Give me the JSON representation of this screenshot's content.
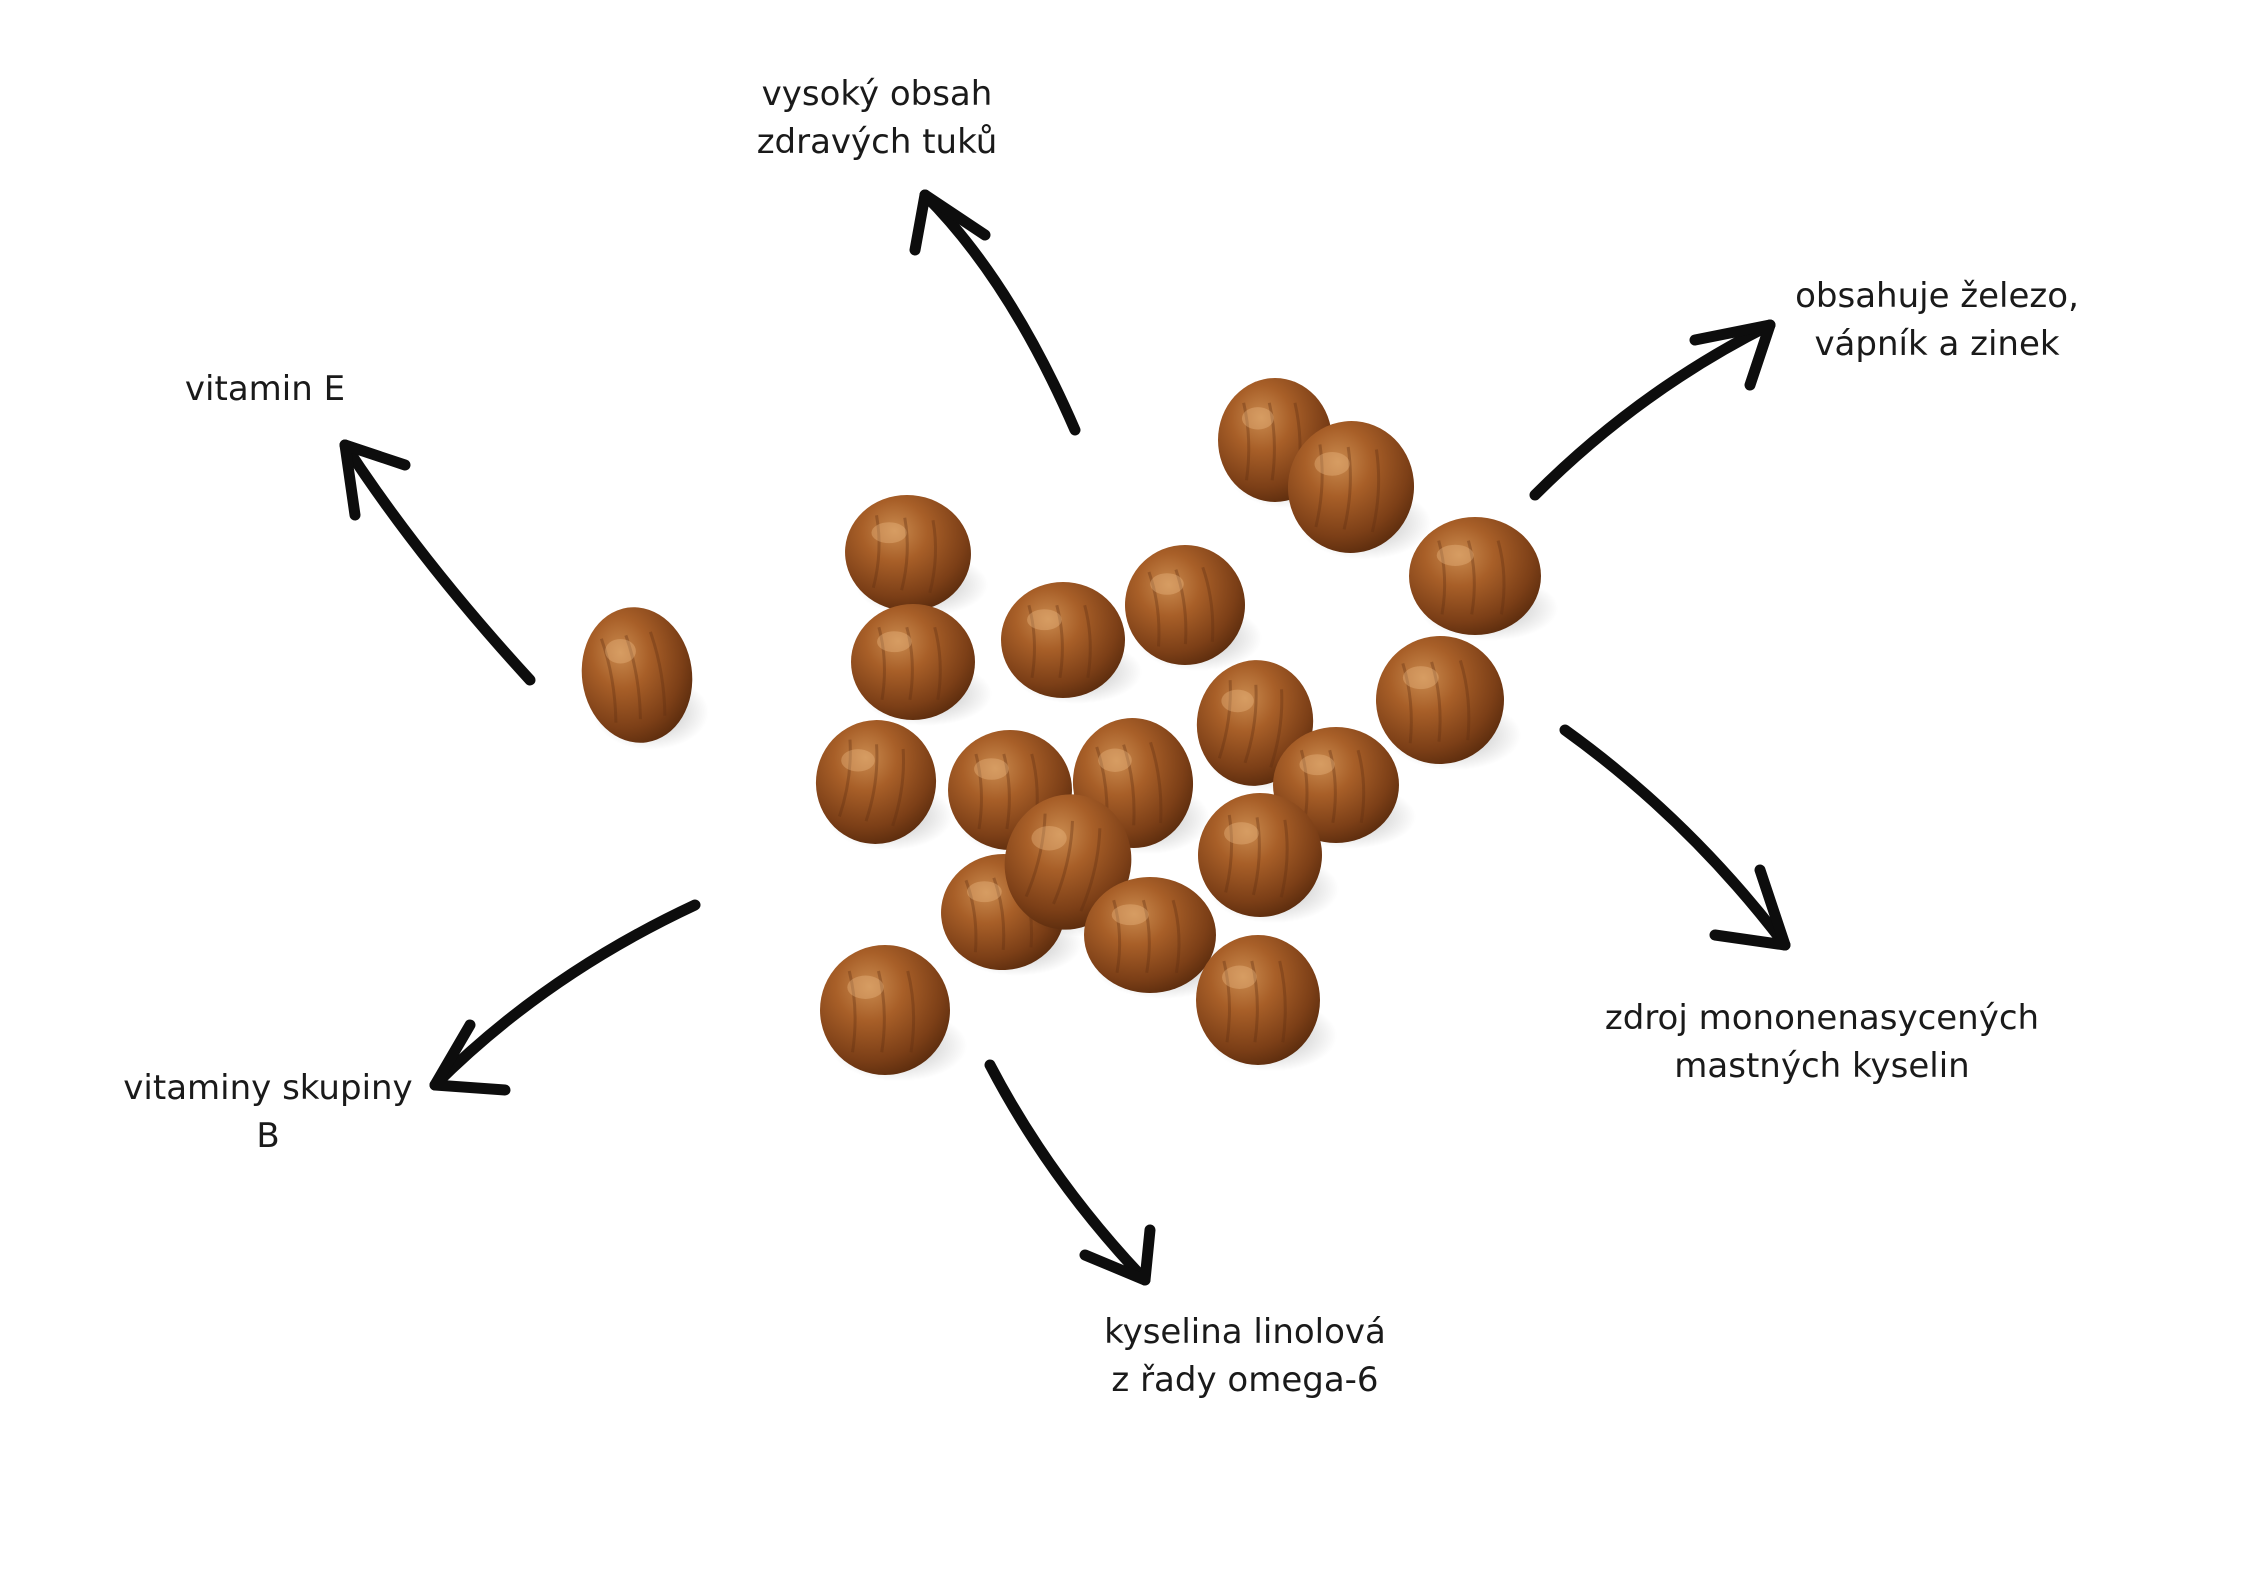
{
  "labels": {
    "fats": [
      "vysoký obsah",
      "zdravých tuků"
    ],
    "vitamin_e": [
      "vitamin E"
    ],
    "minerals": [
      "obsahuje železo,",
      "vápník a zinek"
    ],
    "vitamin_b": [
      "vitaminy skupiny",
      "B"
    ],
    "mufa": [
      "zdroj mononenasycených",
      "mastných kyselin"
    ],
    "linoleic": [
      "kyselina linolová",
      "z řady omega-6"
    ]
  },
  "colors": {
    "arrow": "#0d0d0d",
    "text": "#1a1a1a",
    "nut_light": "#b0692f",
    "nut_mid": "#8a4a1e",
    "nut_dark": "#5e2f10"
  }
}
